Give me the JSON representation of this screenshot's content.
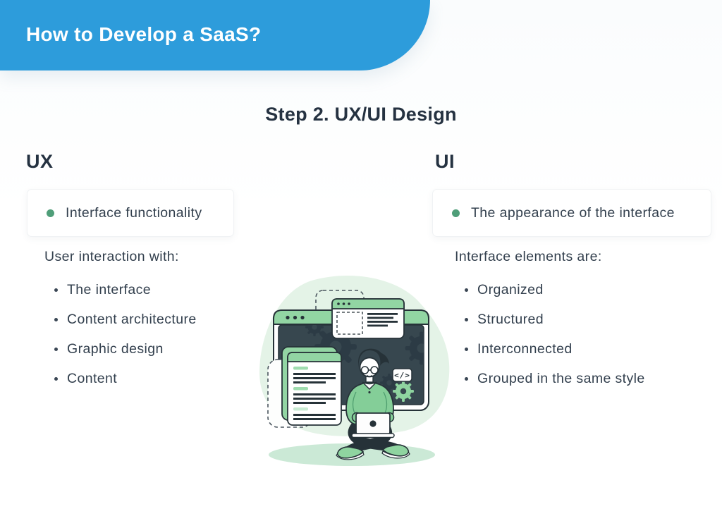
{
  "banner": {
    "title": "How to Develop a SaaS?"
  },
  "slide": {
    "title": "Step 2. UX/UI Design"
  },
  "columns": {
    "ux": {
      "heading": "UX",
      "card": {
        "label": "Interface functionality"
      },
      "intro": "User interaction with:",
      "items": [
        "The interface",
        "Content architecture",
        "Graphic design",
        "Content"
      ]
    },
    "ui": {
      "heading": "UI",
      "card": {
        "label": "The appearance of the interface"
      },
      "intro": "Interface elements are:",
      "items": [
        "Organized",
        "Structured",
        "Interconnected",
        "Grouped in the same style"
      ]
    }
  },
  "illustration": {
    "code_badge": "</>"
  },
  "icons": {
    "card_bullet": "filled-circle",
    "list_bullet": "filled-circle",
    "window_controls": "three-dots",
    "code_badge": "code-tag"
  },
  "colors": {
    "accent_blue": "#2D9CDB",
    "heading_dark": "#253241",
    "body_text": "#323F4D",
    "bullet_green": "#4F9E79",
    "illu_green": "#92D5A3",
    "illu_sweater": "#84CE98",
    "illu_dark": "#263238",
    "illu_screen": "#37474F",
    "illu_blob": "#E4F3E7",
    "illu_ground": "#CBE9D6"
  }
}
